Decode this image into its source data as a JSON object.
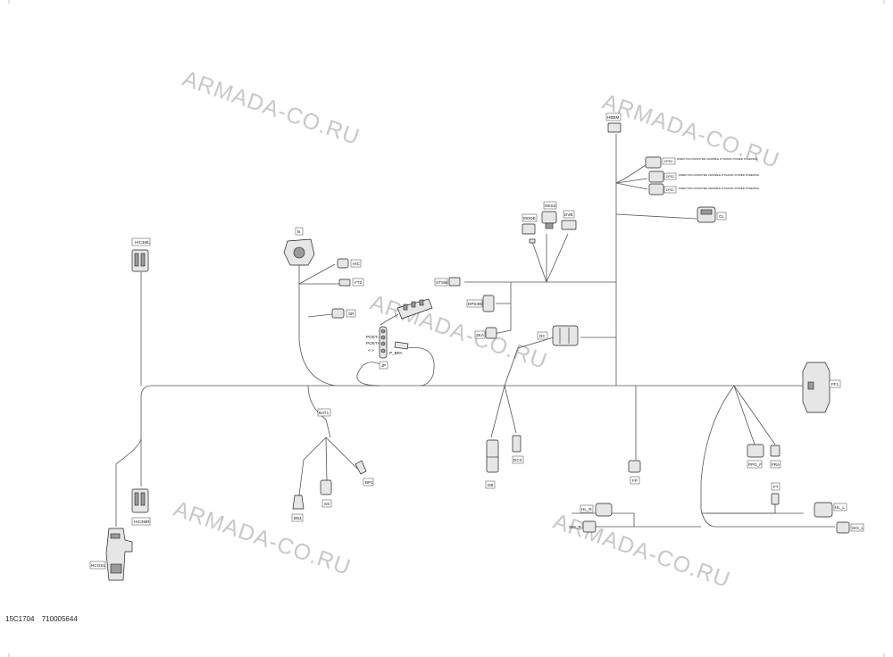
{
  "watermark": "ARMADA-CO.RU",
  "footer": {
    "drawing_id": "15C1704",
    "part_number": "710005644"
  },
  "connectors": {
    "hbbm": "HBBM",
    "dps3": "DPS3",
    "dps2": "DPS2",
    "dps1": "DPS1",
    "dps_note": "DIRECTION ASSISTÉE VARIABLE DYNAMIC POWER STEERING",
    "cl": "CL",
    "mode": "MODE",
    "dess": "DESS",
    "dvb": "DVB",
    "b": "B",
    "hic": "HIC",
    "ft2": "FT2",
    "sr": "SR",
    "stsw": "STSW",
    "dps3w": "DPS3W",
    "zka": "ZKA",
    "dc": "DC",
    "hic3ml": "HIC3ML",
    "post_minus": "POST-",
    "post_plus": "POST+",
    "p_bpa": "P_BPA",
    "jp": "JP",
    "bat1": "BAT1",
    "bp1": "BP1",
    "ss": "SS",
    "bn1": "BN1",
    "hic3mr": "HIC3MR",
    "hco1": "HCOS1",
    "db": "DB",
    "dc3": "DC3",
    "fp": "FP",
    "ppg_f": "PPG_F",
    "fra": "FRA",
    "ff1": "FF1",
    "ft": "FT",
    "hl_r": "HL_R",
    "sig_r": "SIG_R",
    "hl_l": "HL_L",
    "sig_l": "SIG_L"
  }
}
